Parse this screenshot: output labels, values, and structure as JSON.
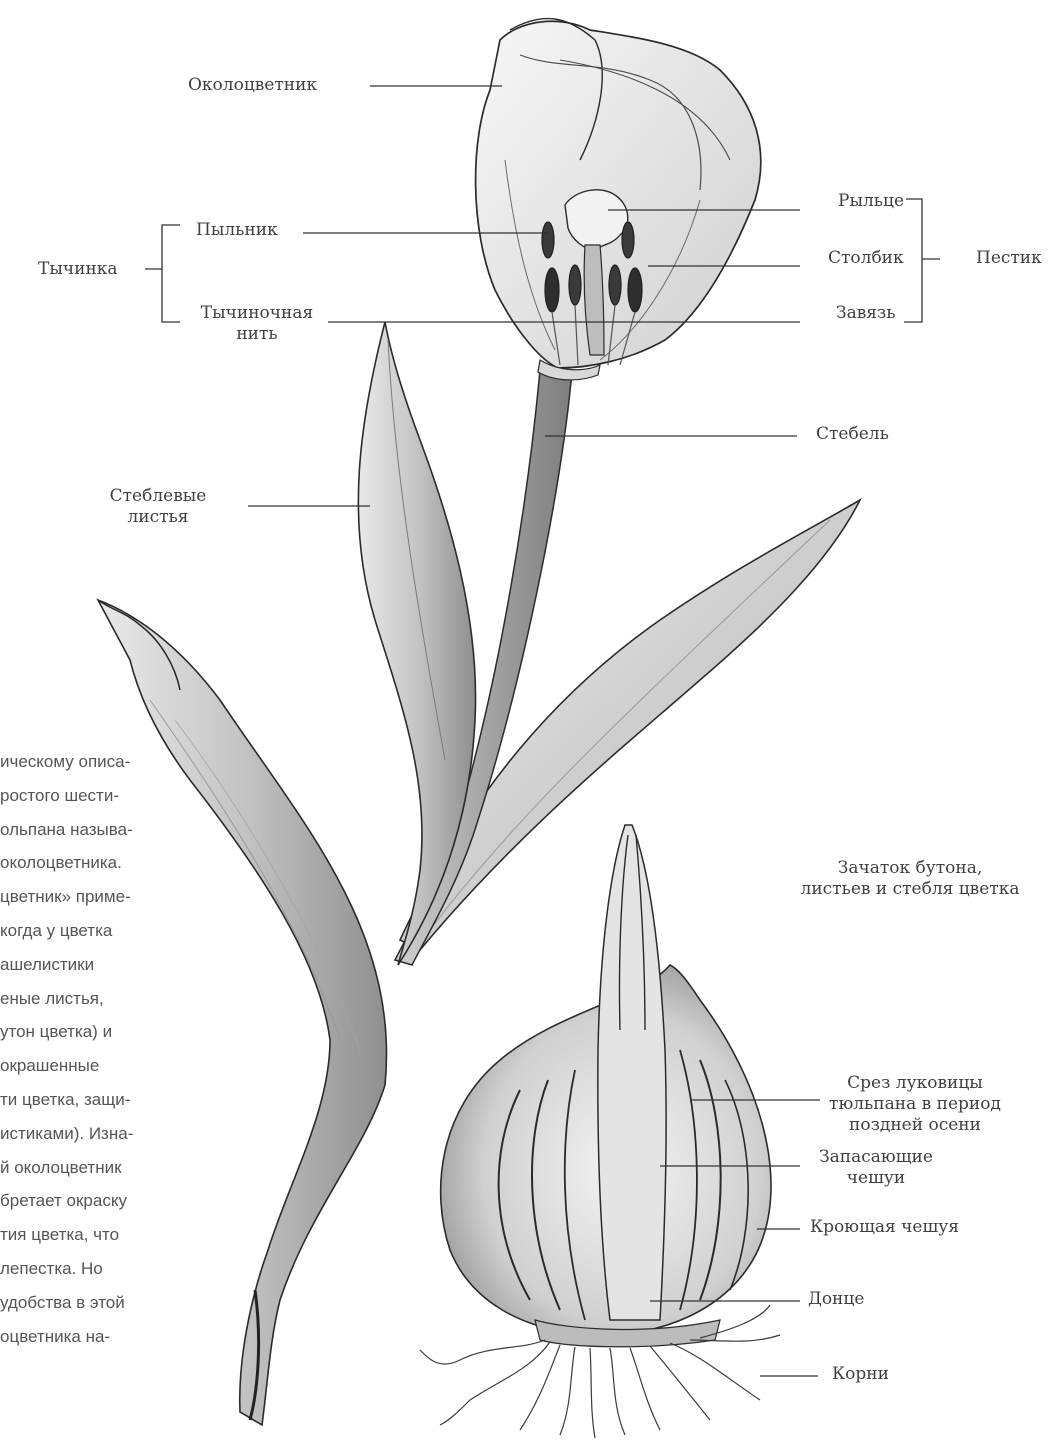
{
  "labels": {
    "perianth": "Околоцветник",
    "stamen": "Тычинка",
    "anther": "Пыльник",
    "filament_1": "Тычиночная",
    "filament_2": "нить",
    "stigma": "Рыльце",
    "style": "Столбик",
    "ovary": "Завязь",
    "pistil": "Пестик",
    "stem": "Стебель",
    "stem_leaves_1": "Стеблевые",
    "stem_leaves_2": "листья",
    "bud_1": "Зачаток бутона,",
    "bud_2": "листьев и стебля цветка",
    "bulb_1": "Срез луковицы",
    "bulb_2": "тюльпана в период",
    "bulb_3": "поздней осени",
    "storage_1": "Запасающие",
    "storage_2": "чешуи",
    "covering_scale": "Кроющая чешуя",
    "basal_plate": "Донце",
    "roots": "Корни"
  },
  "body_text": [
    "ическому описа-",
    "ростого шести-",
    "ольпана называ-",
    "околоцветника.",
    "цветник» приме-",
    "когда у цветка",
    "ашелистики",
    "еные листья,",
    "утон цветка) и",
    "окрашенные",
    "ти цветка, защи-",
    "истиками). Изна-",
    "й околоцветник",
    "бретает окраску",
    "тия цветка, что",
    "лепестка. Но",
    "удобства в этой",
    "оцветника на-"
  ]
}
